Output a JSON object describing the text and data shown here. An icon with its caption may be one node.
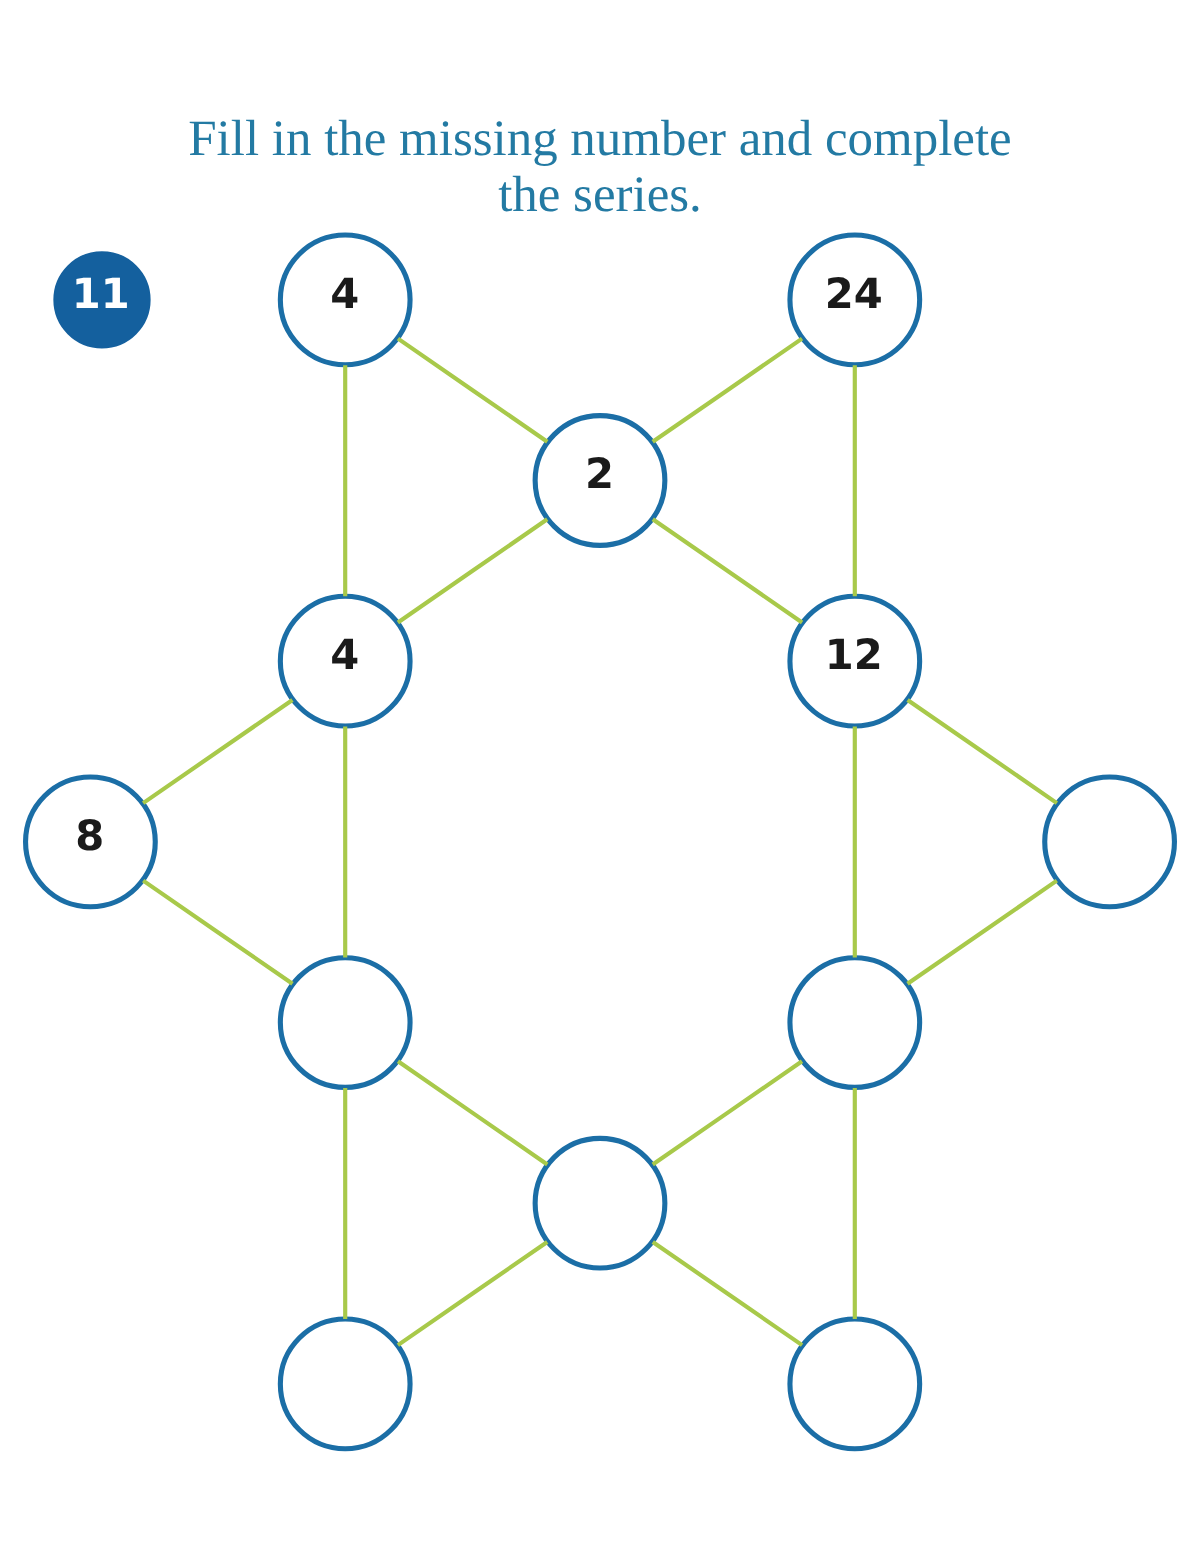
{
  "diagram": {
    "title": "Fill in the missing number and complete the series.",
    "nodes": [
      {
        "text": [
          "11"
        ]
      },
      {
        "text": [
          "4"
        ]
      },
      {
        "text": [
          "24"
        ]
      },
      {
        "text": [
          "2"
        ]
      },
      {
        "text": [
          "4"
        ]
      },
      {
        "text": [
          "12"
        ]
      },
      {
        "text": [
          "8"
        ]
      },
      {
        "text": [],
        "shape": "circle"
      },
      {
        "text": [],
        "shape": "circle"
      },
      {
        "text": [],
        "shape": "circle"
      },
      {
        "text": [],
        "shape": "circle"
      },
      {
        "text": [],
        "shape": "circle"
      },
      {
        "text": [],
        "shape": "circle"
      }
    ],
    "edges": [
      {
        "from": 1,
        "to": 3,
        "arrow": "none"
      },
      {
        "from": 1,
        "to": 4,
        "arrow": "none"
      },
      {
        "from": 2,
        "to": 3,
        "arrow": "none"
      },
      {
        "from": 2,
        "to": 5,
        "arrow": "none"
      },
      {
        "from": 3,
        "to": 4,
        "arrow": "none"
      },
      {
        "from": 3,
        "to": 5,
        "arrow": "none"
      },
      {
        "from": 4,
        "to": 6,
        "arrow": "none"
      },
      {
        "from": 4,
        "to": 8,
        "arrow": "none"
      },
      {
        "from": 5,
        "to": 9,
        "arrow": "none"
      },
      {
        "from": 5,
        "to": 7,
        "arrow": "none"
      },
      {
        "from": 6,
        "to": 8,
        "arrow": "none"
      },
      {
        "from": 7,
        "to": 9,
        "arrow": "none"
      },
      {
        "from": 8,
        "to": 10,
        "arrow": "none"
      },
      {
        "from": 8,
        "to": 11,
        "arrow": "none"
      },
      {
        "from": 9,
        "to": 10,
        "arrow": "none"
      },
      {
        "from": 9,
        "to": 12,
        "arrow": "none"
      },
      {
        "from": 10,
        "to": 11,
        "arrow": "none"
      },
      {
        "from": 10,
        "to": 12,
        "arrow": "none"
      }
    ]
  }
}
